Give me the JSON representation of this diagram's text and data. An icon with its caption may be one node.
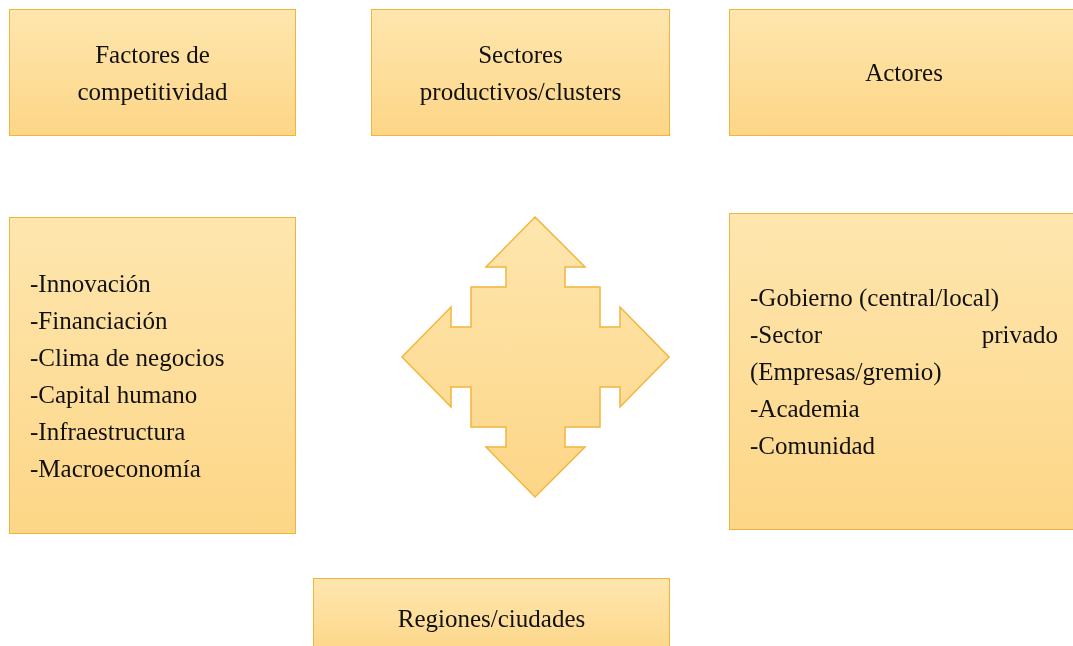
{
  "diagram": {
    "nodes": [
      {
        "text": [
          "Factores de competitividad"
        ]
      },
      {
        "text": [
          "Sectores productivos/clusters"
        ]
      },
      {
        "text": [
          "Actores"
        ]
      },
      {
        "text": [
          "-Innovación",
          "-Financiación",
          "-Clima de negocios",
          "-Capital humano",
          "-Infraestructura",
          "-Macroeconomía"
        ]
      },
      {
        "text": [],
        "shape": "arrow"
      },
      {
        "text": [
          "-Gobierno (central/local)",
          "-Sector privado (Empresas/gremio)",
          "-Academia",
          "-Comunidad"
        ]
      },
      {
        "text": [
          "Regiones/ciudades"
        ]
      }
    ]
  }
}
